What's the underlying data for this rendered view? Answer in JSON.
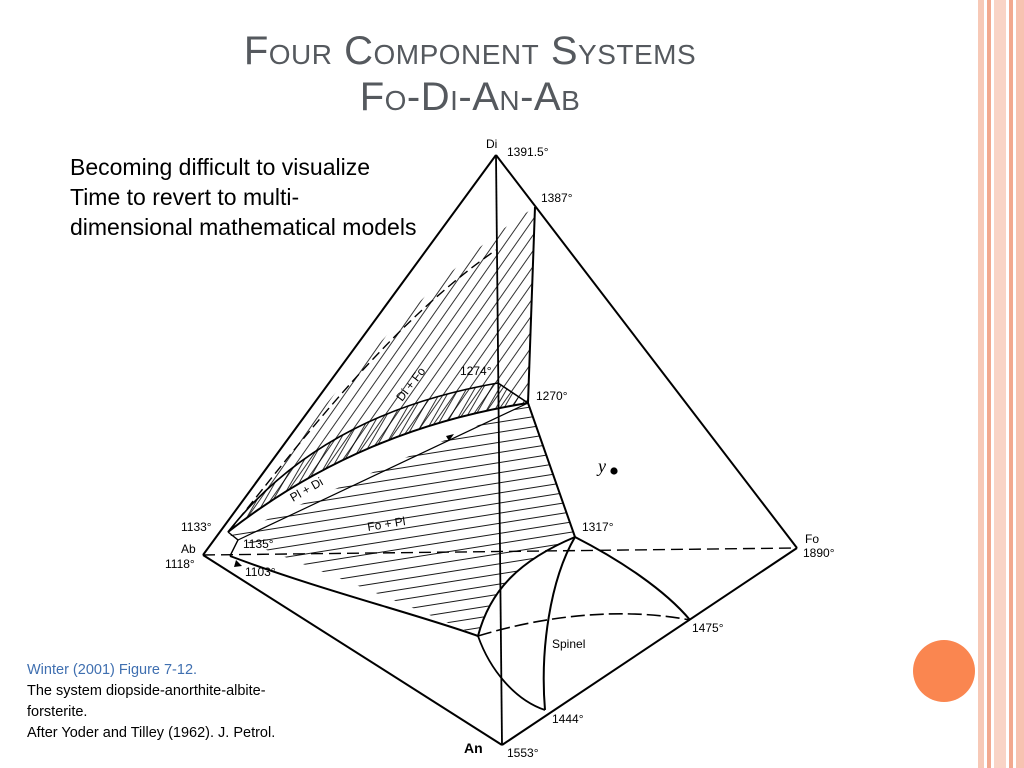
{
  "slide": {
    "title_line1": "Four Component Systems",
    "title_line2": "Fo-Di-An-Ab",
    "bullets": [
      "Becoming difficult to visualize",
      "Time to revert to multi-dimensional mathematical models"
    ],
    "caption": {
      "citation": "Winter (2001) Figure 7-12.",
      "line1": "The system diopside-anorthite-albite-forsterite.",
      "line2": "After Yoder and Tilley (1962). J. Petrol."
    }
  },
  "diagram": {
    "vertices": {
      "di": "Di",
      "di_temp": "1391.5°",
      "ab": "Ab",
      "ab_temp": "1118°",
      "fo": "Fo",
      "fo_temp": "1890°",
      "an": "An",
      "an_temp": "1553°"
    },
    "points": {
      "t1387": "1387°",
      "t1274": "1274°",
      "t1270": "1270°",
      "t1133": "1133°",
      "t1135": "1135°",
      "t1103": "1103°",
      "t1317": "1317°",
      "t1475": "1475°",
      "t1444": "1444°"
    },
    "fields": {
      "di_fo": "Di + Fo",
      "pl_di": "Pl + Di",
      "fo_pl": "Fo + Pl",
      "spinel": "Spinel"
    },
    "marker": "y"
  },
  "colors": {
    "title": "#55595e",
    "citation": "#3f6fb0",
    "accent_circle": "#fa8650",
    "border_stripe": "#f2a98f"
  }
}
